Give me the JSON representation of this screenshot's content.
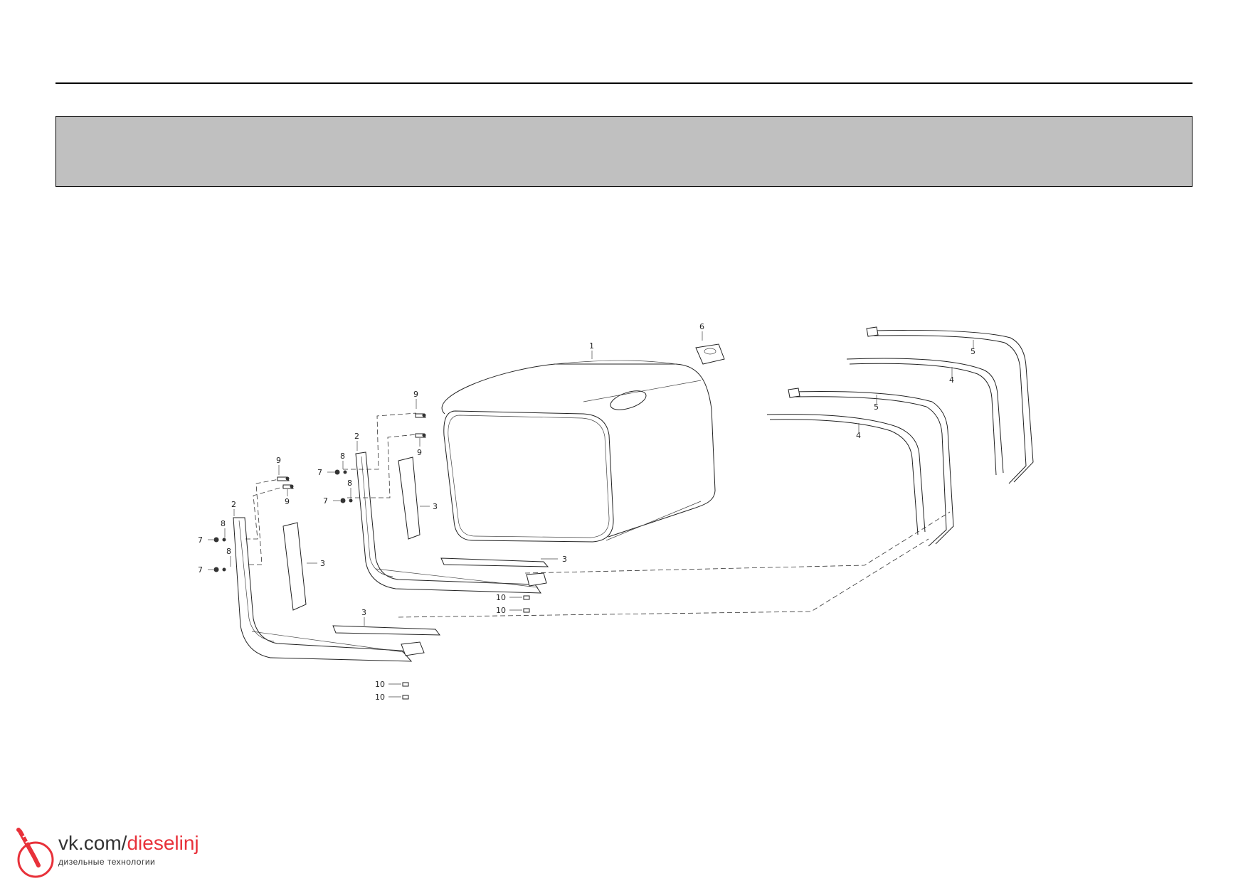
{
  "callouts": {
    "c1": "1",
    "c2": "2",
    "c3": "3",
    "c4": "4",
    "c5": "5",
    "c6": "6",
    "c7": "7",
    "c8": "8",
    "c9": "9",
    "c10": "10"
  },
  "watermark": {
    "url_prefix": "vk.com/",
    "url_name": "dieselinj",
    "subtitle": "дизельные технологии"
  },
  "colors": {
    "header_band": "#c0c0c0",
    "logo_red": "#e8313a",
    "logo_text": "#333333"
  }
}
